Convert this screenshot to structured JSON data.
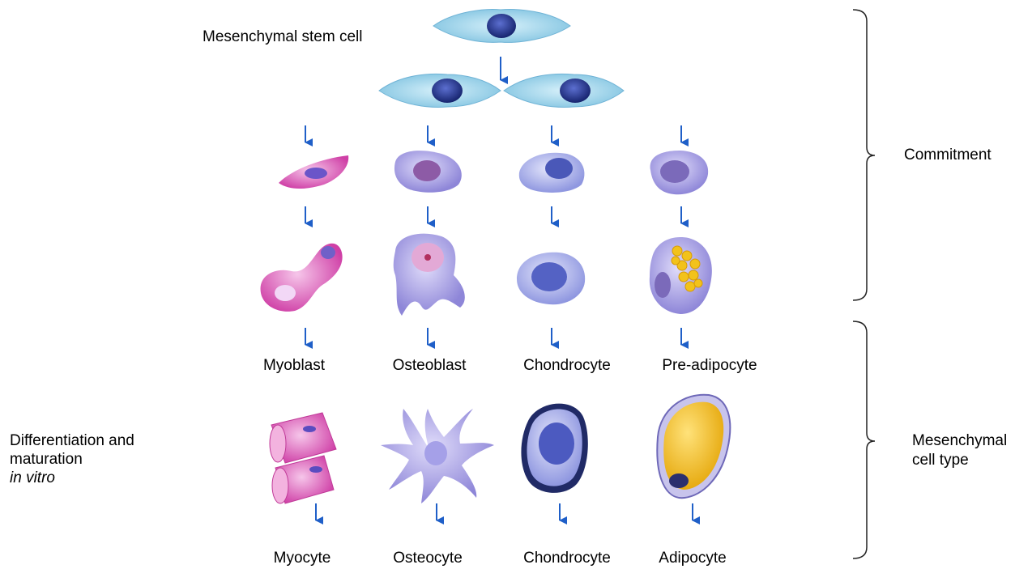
{
  "labels": {
    "stem_cell": "Mesenchymal stem cell",
    "commitment": "Commitment",
    "cell_type_line1": "Mesenchymal",
    "cell_type_line2": "cell type",
    "diff_line1": "Differentiation and",
    "diff_line2": "maturation",
    "diff_line3": "in vitro"
  },
  "progenitors": [
    "Myoblast",
    "Osteoblast",
    "Chondrocyte",
    "Pre-adipocyte"
  ],
  "mature_cells": [
    "Myocyte",
    "Osteocyte",
    "Chondrocyte",
    "Adipocyte"
  ],
  "colors": {
    "arrow": "#1f5fc8",
    "stem_cell": "#a8d8ec",
    "nucleus": "#1d2f8a",
    "myo": "#e070c0",
    "osteo": "#a9a3e6",
    "chondro": "#b5b8ee",
    "adipo_fat": "#f2c21b",
    "bracket": "#222222"
  }
}
